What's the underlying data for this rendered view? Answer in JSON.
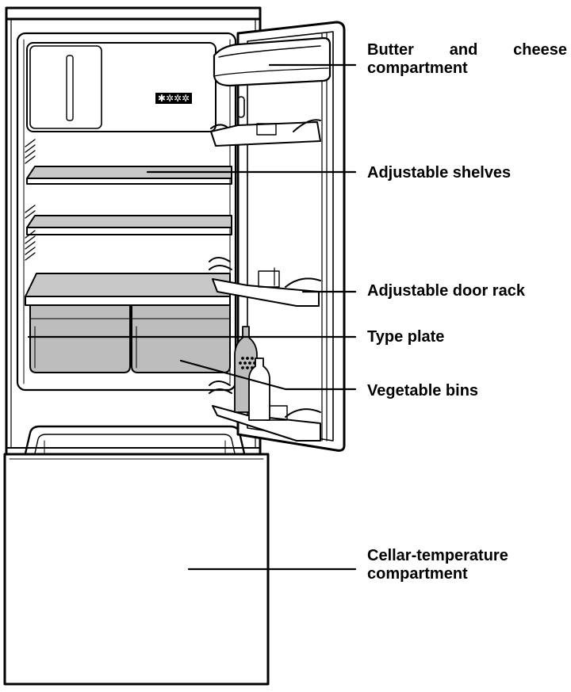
{
  "callouts": {
    "butter": {
      "line1": "Butter and cheese",
      "line2": "compartment"
    },
    "shelves": {
      "text": "Adjustable shelves"
    },
    "door_rack": {
      "text": "Adjustable door rack"
    },
    "type_plate": {
      "text": "Type plate"
    },
    "vegetable": {
      "text": "Vegetable bins"
    },
    "cellar": {
      "line1": "Cellar-temperature",
      "line2": "compartment"
    }
  },
  "freezer_marking": "✱✲✲✲",
  "colors": {
    "ink": "#000000",
    "shelf_fill": "#c8c8c8",
    "bin_fill": "#bdbdbd",
    "paper": "#ffffff"
  }
}
